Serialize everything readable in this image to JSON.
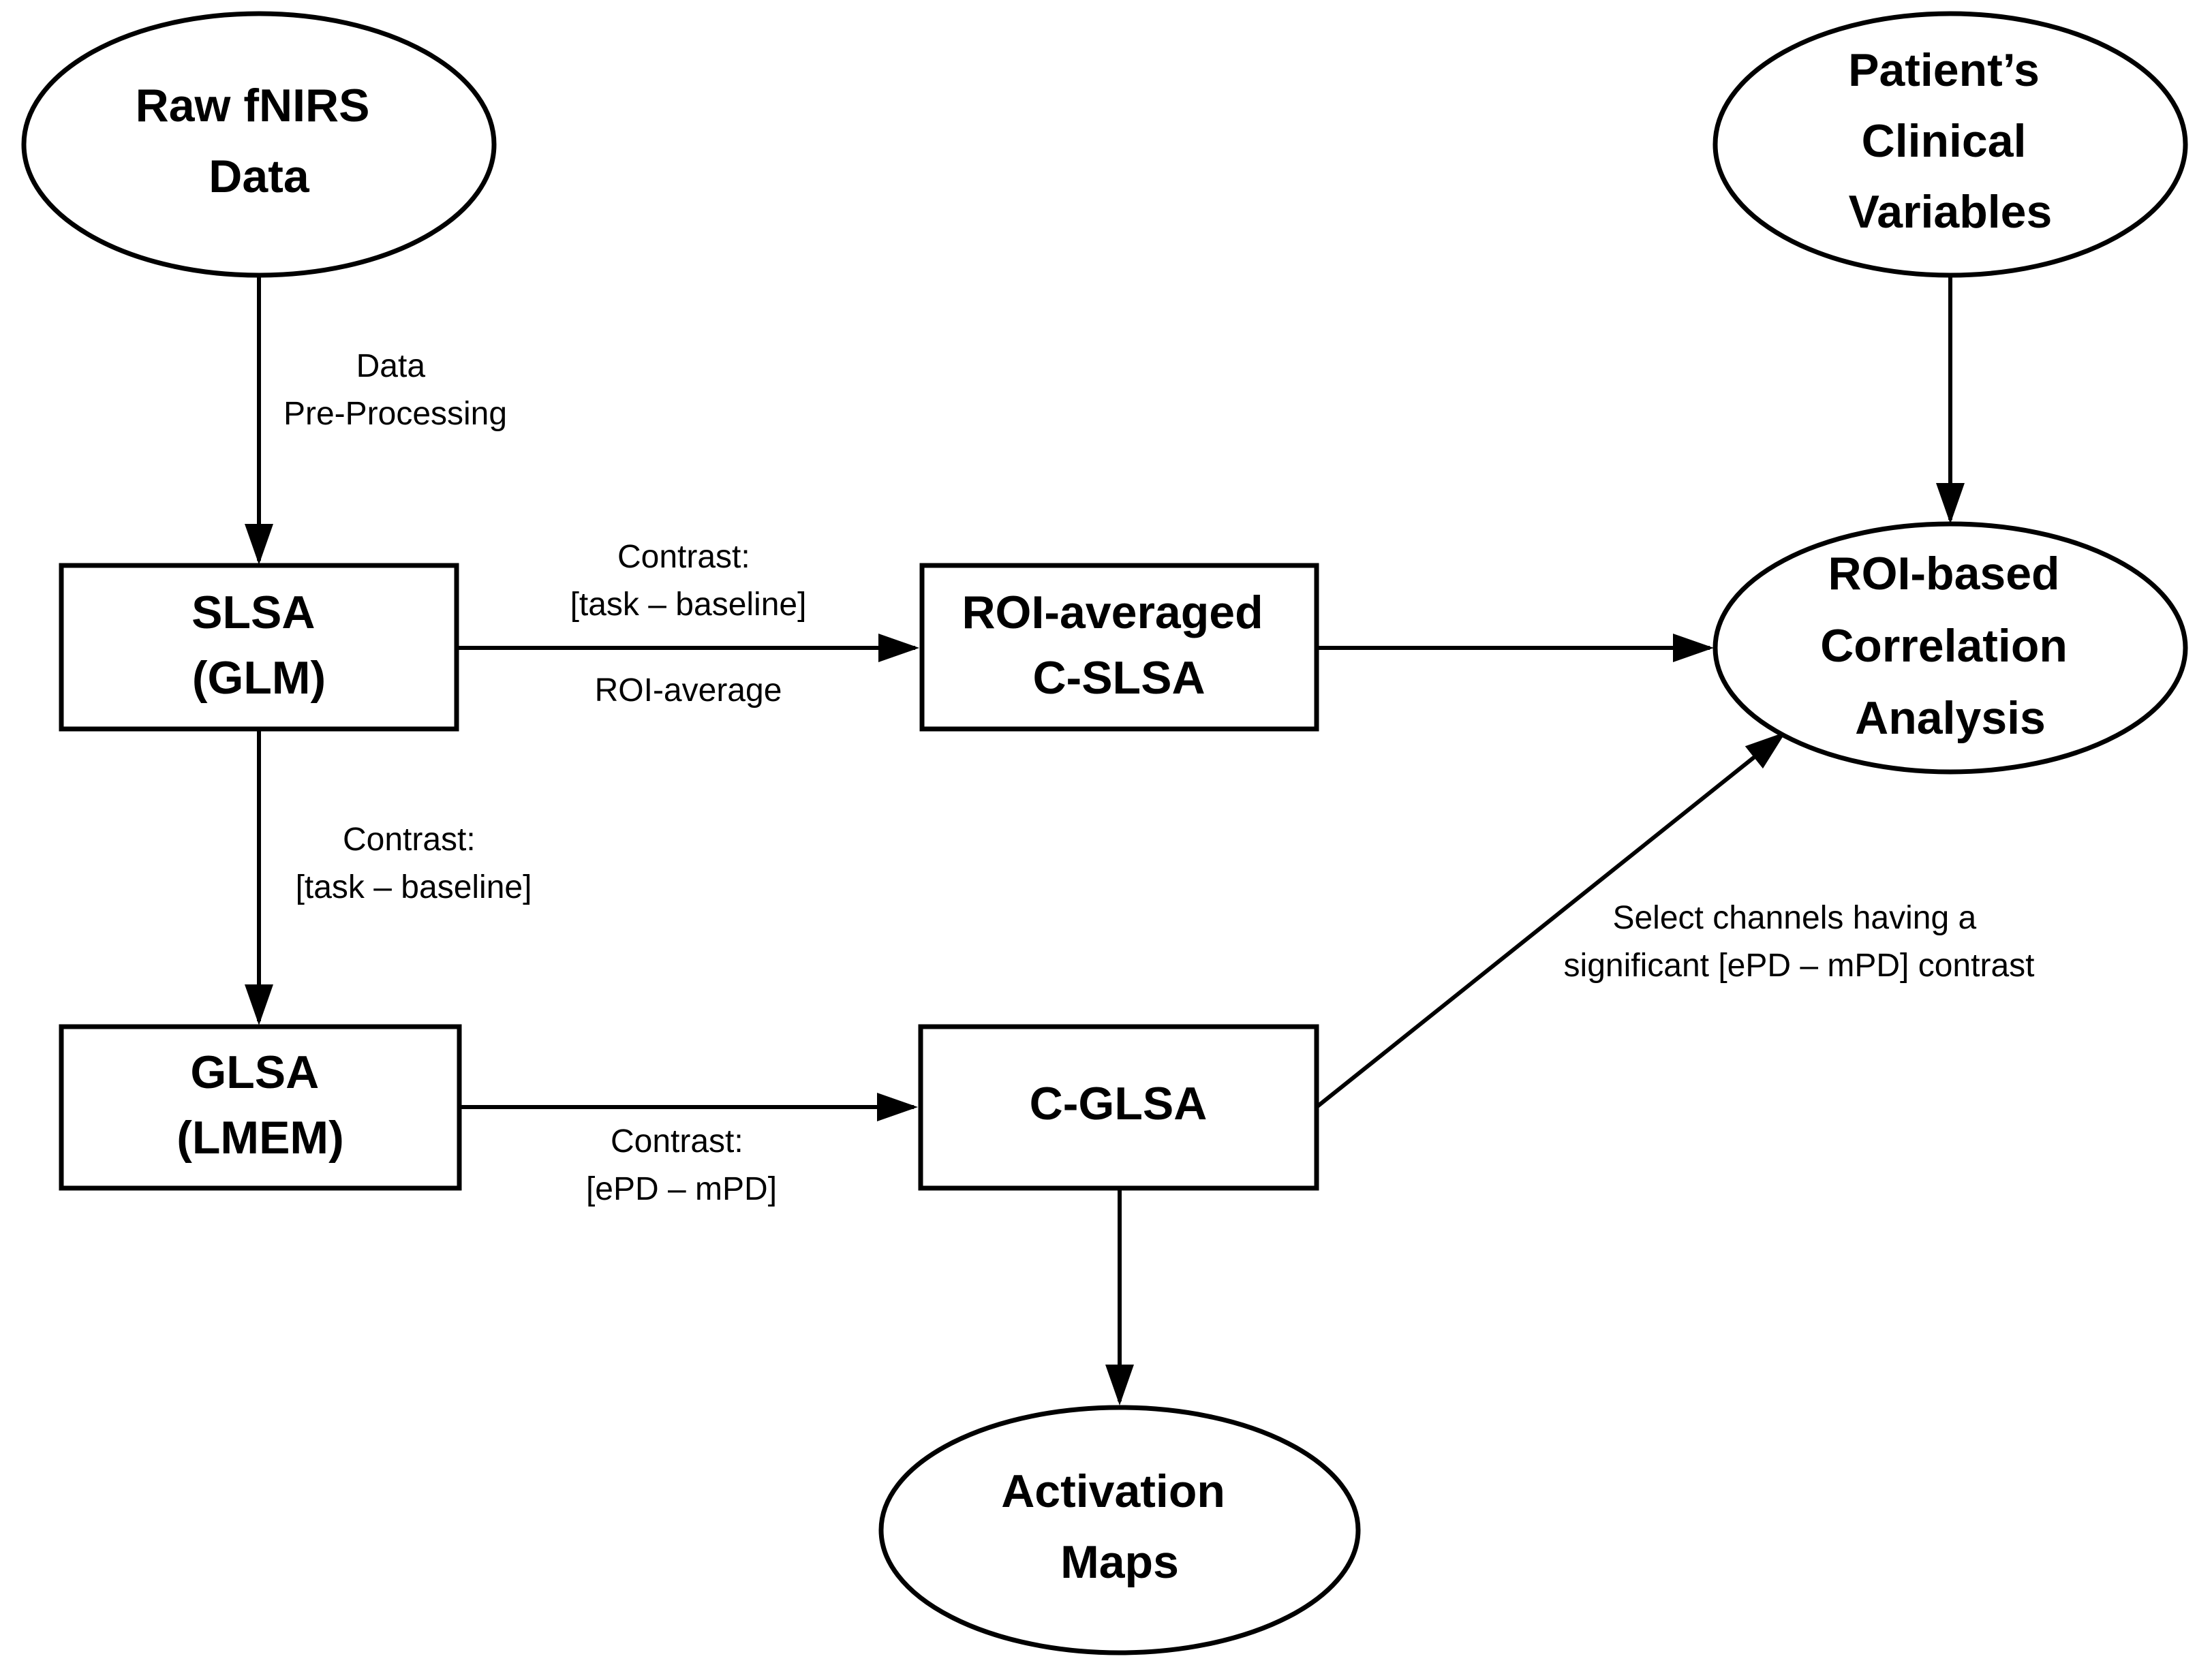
{
  "nodes": {
    "raw_data": {
      "lines": [
        "Raw fNIRS",
        "Data"
      ]
    },
    "clinical": {
      "lines": [
        "Patient’s",
        "Clinical",
        "Variables"
      ]
    },
    "slsa": {
      "lines": [
        "SLSA",
        "(GLM)"
      ]
    },
    "roi_averaged": {
      "lines": [
        "ROI-averaged",
        "C-SLSA"
      ]
    },
    "roi_correlation": {
      "lines": [
        "ROI-based",
        "Correlation",
        "Analysis"
      ]
    },
    "glsa": {
      "lines": [
        "GLSA",
        "(LMEM)"
      ]
    },
    "c_glsa": {
      "lines": [
        "C-GLSA"
      ]
    },
    "activation": {
      "lines": [
        "Activation",
        "Maps"
      ]
    }
  },
  "edges": {
    "preprocessing": {
      "lines": [
        "Data",
        "Pre-Processing"
      ]
    },
    "slsa_to_roi_top": {
      "lines": [
        "Contrast:",
        "[task – baseline]"
      ]
    },
    "slsa_to_roi_bottom": {
      "lines": [
        "ROI-average"
      ]
    },
    "slsa_to_glsa": {
      "lines": [
        "Contrast:",
        "[task – baseline]"
      ]
    },
    "glsa_to_cglsa": {
      "lines": [
        "Contrast:",
        "[ePD – mPD]"
      ]
    },
    "cglsa_to_correlation": {
      "lines": [
        "Select channels having a",
        "significant [ePD – mPD] contrast"
      ]
    }
  }
}
